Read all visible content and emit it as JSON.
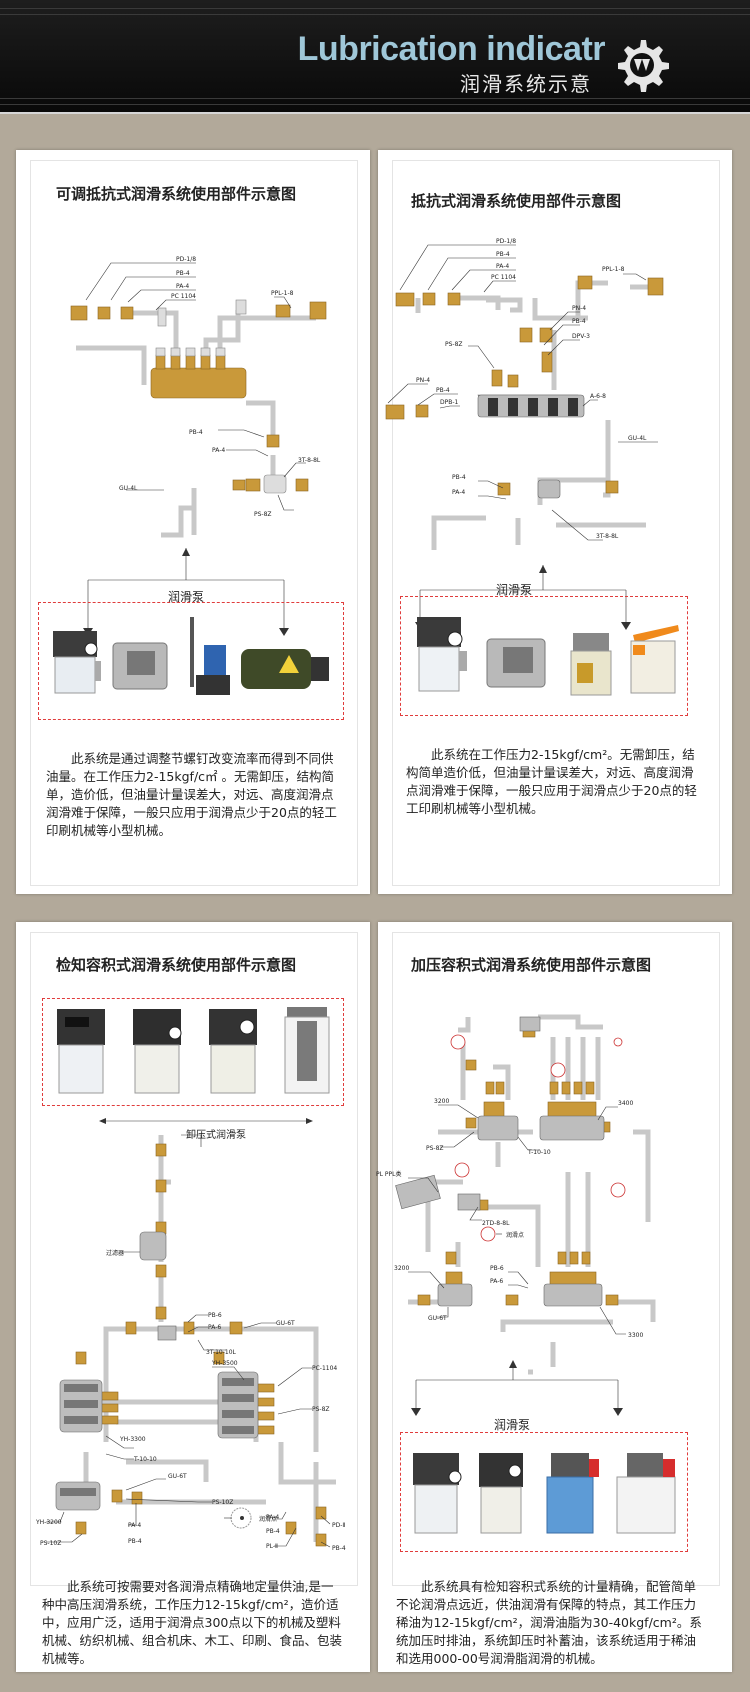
{
  "header": {
    "title": "Lubrication indicatr",
    "subtitle": "润滑系统示意"
  },
  "colors": {
    "header_bg": "#111111",
    "title_blue": "#9fc7d8",
    "pipe_gray": "#c8c8c8",
    "brass": "#c9993a",
    "dashed_red": "#e03c3c",
    "page_bg": "#b2a99a"
  },
  "panels": [
    {
      "title": "可调抵抗式润滑系统使用部件示意图",
      "labels": [
        "PD-1/8",
        "PB-4",
        "PA-4",
        "PC 1104",
        "PPL-1-8",
        "PB-4",
        "PA-4",
        "3T-8-8L",
        "GU-4L",
        "PS-8Z"
      ],
      "pump_label": "润滑泵",
      "description": "此系统是通过调整节螺钉改变流率而得到不同供油量。在工作压力2-15kgf/c㎡ 。无需卸压，结构简单，造价低，但油量计量误差大，对远、高度润滑点润滑难于保障，一般只应用于润滑点少于20点的轻工印刷机械等小型机械。"
    },
    {
      "title": "抵抗式润滑系统使用部件示意图",
      "labels": [
        "PD-1/8",
        "PB-4",
        "PA-4",
        "PC 1104",
        "PPL-1-8",
        "PN-4",
        "PB-4",
        "DPV-3",
        "PS-8Z",
        "PN-4",
        "PB-4",
        "DPB-1",
        "A-6-8",
        "GU-4L",
        "PB-4",
        "PA-4",
        "3T-8-8L"
      ],
      "pump_label": "润滑泵",
      "description": "此系统在工作压力2-15kgf/cm²。无需卸压，结构简单造价低，但油量计量误差大，对远、高度润滑点润滑难于保障，一般只应用于润滑点少于20点的轻工印刷机械等小型机械。"
    },
    {
      "title": "检知容积式润滑系统使用部件示意图",
      "labels": [
        "卸压式润滑泵",
        "过滤器",
        "PB-6",
        "PA-6",
        "GU-6T",
        "3T-10-10L",
        "YH-3500",
        "PC-1104",
        "PS-8Z",
        "YH-3300",
        "T-10-10",
        "GU-6T",
        "PS-10Z",
        "润滑点",
        "PA-4",
        "PB-4",
        "YH-3200",
        "PS-10Z",
        "PA-4",
        "PB-4",
        "PL-Ⅱ",
        "PD-Ⅱ",
        "PB-4"
      ],
      "description": "此系统可按需要对各润滑点精确地定量供油,是一种中高压润滑系统，工作压力12-15kgf/cm²，造价适中，应用广泛，适用于润滑点300点以下的机械及塑料机械、纺织机械、组合机床、木工、印刷、食品、包装机械等。"
    },
    {
      "title": "加压容积式润滑系统使用部件示意图",
      "labels": [
        "3200",
        "3400",
        "PS-8Z",
        "T-10-10",
        "PL PPL类",
        "2TD-8-8L",
        "润滑点",
        "3200",
        "PB-6",
        "PA-6",
        "GU-6T",
        "3300"
      ],
      "pump_label": "润滑泵",
      "description": "此系统具有检知容积式系统的计量精确，配管简单不论润滑点远近，供油润滑有保障的特点，其工作压力稀油为12-15kgf/cm²，润滑油脂为30-40kgf/cm²。系统加压时排油，系统卸压时补蓄油，该系统适用于稀油和选用000-00号润滑脂润滑的机械。"
    }
  ]
}
